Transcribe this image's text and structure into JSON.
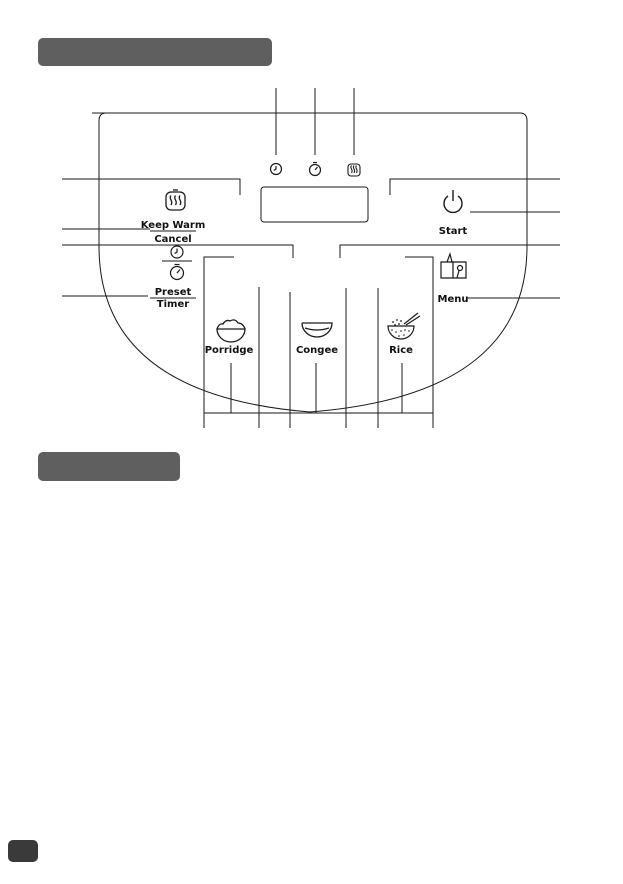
{
  "panel": {
    "keep_warm_label": "Keep Warm",
    "cancel_label": "Cancel",
    "preset_label": "Preset",
    "timer_label": "Timer",
    "start_label": "Start",
    "menu_label": "Menu",
    "porridge_label": "Porridge",
    "congee_label": "Congee",
    "rice_label": "Rice"
  },
  "icons": {
    "display_indicators": [
      "clock-icon",
      "timer-icon",
      "keep-warm-icon"
    ],
    "keep_warm": "keep-warm-icon",
    "preset": "clock-icon",
    "timer": "timer-icon",
    "start": "power-icon",
    "menu": "menu-book-icon",
    "porridge": "porridge-bowl-icon",
    "congee": "congee-bowl-icon",
    "rice": "rice-bowl-icon"
  },
  "colors": {
    "header_bar": "#5f5f5f",
    "page_tab": "#3a3a3a",
    "line": "#1a1a1a"
  }
}
